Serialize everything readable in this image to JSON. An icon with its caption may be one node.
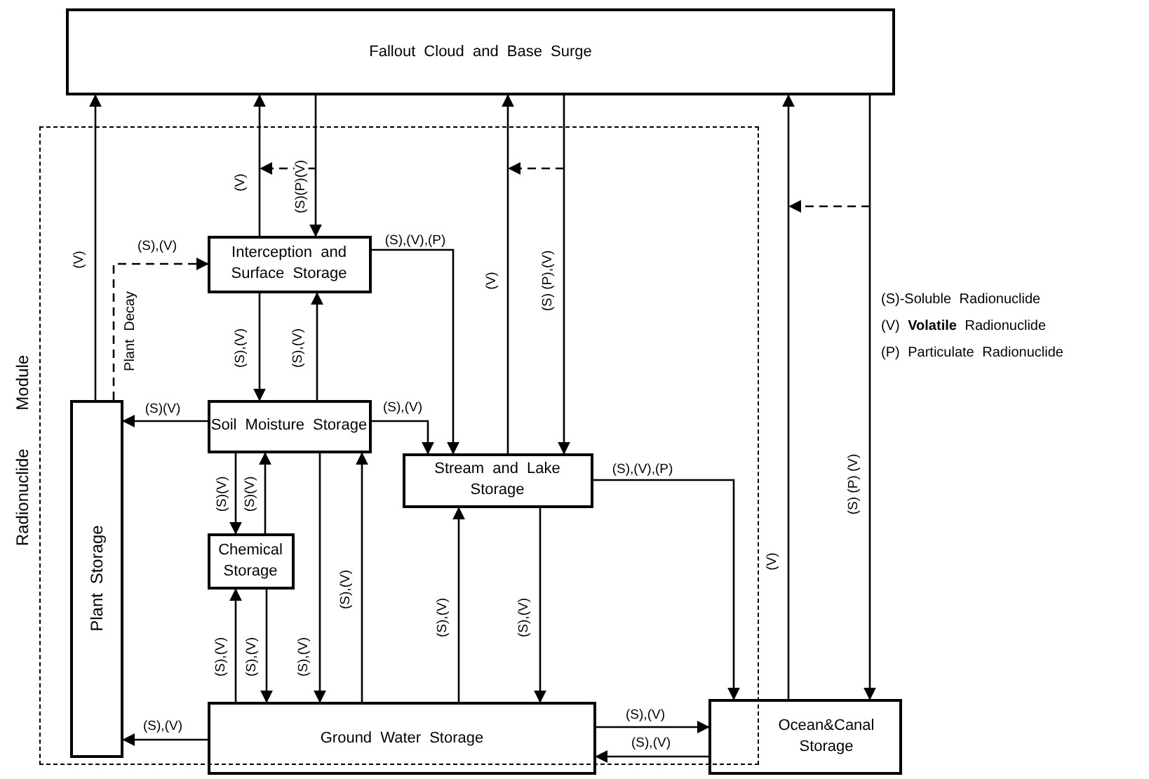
{
  "diagram": {
    "nodes": [
      {
        "text": [
          "Fallout Cloud and Base Surge"
        ]
      },
      {
        "text": [
          "Radionuclide Module"
        ]
      },
      {
        "text": [
          "Interception and Surface Storage"
        ],
        "in": 1
      },
      {
        "text": [
          "Plant Storage"
        ],
        "in": 1
      },
      {
        "text": [
          "Soil Moisture Storage"
        ],
        "in": 1
      },
      {
        "text": [
          "Stream and Lake Storage"
        ],
        "in": 1
      },
      {
        "text": [
          "Chemical Storage"
        ],
        "in": 1
      },
      {
        "text": [
          "Ground Water Storage"
        ]
      },
      {
        "text": [
          "Ocean&Canal Storage"
        ]
      }
    ],
    "edges": [
      {
        "from": 3,
        "to": 0,
        "arrow": "to",
        "label": "(V)"
      },
      {
        "from": 3,
        "to": 2,
        "arrow": "to",
        "label": "(S),(V)",
        "style": "dashed"
      },
      {
        "from": 2,
        "to": 0,
        "arrow": "to",
        "label": "(V)"
      },
      {
        "from": 0,
        "to": 2,
        "arrow": "to",
        "label": "(S)(P)(V)"
      },
      {
        "from": 2,
        "to": 5,
        "arrow": "to",
        "label": "(S),(V),(P)"
      },
      {
        "from": 2,
        "to": 4,
        "arrow": "to",
        "label": "(S),(V)"
      },
      {
        "from": 4,
        "to": 2,
        "arrow": "to",
        "label": "(S),(V)"
      },
      {
        "from": 4,
        "to": 3,
        "arrow": "to",
        "label": "(S)(V)"
      },
      {
        "from": 4,
        "to": 5,
        "arrow": "to",
        "label": "(S),(V)"
      },
      {
        "from": 5,
        "to": 0,
        "arrow": "to",
        "label": "(V)"
      },
      {
        "from": 0,
        "to": 5,
        "arrow": "to",
        "label": "(S) (P),(V)"
      },
      {
        "from": 4,
        "to": 6,
        "arrow": "to",
        "label": "(S)(V)"
      },
      {
        "from": 6,
        "to": 4,
        "arrow": "to",
        "label": "(S)(V)"
      },
      {
        "from": 7,
        "to": 6,
        "arrow": "to",
        "label": "(S),(V)"
      },
      {
        "from": 6,
        "to": 7,
        "arrow": "to",
        "label": "(S),(V)"
      },
      {
        "from": 4,
        "to": 7,
        "arrow": "to",
        "label": "(S),(V)"
      },
      {
        "from": 7,
        "to": 4,
        "arrow": "to",
        "label": "(S),(V)"
      },
      {
        "from": 7,
        "to": 5,
        "arrow": "to",
        "label": "(S),(V)"
      },
      {
        "from": 5,
        "to": 7,
        "arrow": "to",
        "label": "(S),(V)"
      },
      {
        "from": 5,
        "to": 8,
        "arrow": "to",
        "label": "(S),(V),(P)"
      },
      {
        "from": 7,
        "to": 8,
        "arrow": "to",
        "label": "(S),(V)"
      },
      {
        "from": 8,
        "to": 7,
        "arrow": "to",
        "label": "(S),(V)"
      },
      {
        "from": 7,
        "to": 3,
        "arrow": "to",
        "label": "(S),(V)"
      },
      {
        "from": 8,
        "to": 0,
        "arrow": "to",
        "label": "(V)"
      },
      {
        "from": 0,
        "to": 8,
        "arrow": "to",
        "label": "(S) (P) (V)"
      }
    ],
    "labels": [
      "Plant Decay",
      "(S)-Soluble Radionuclide",
      "(V) **Volatile** Radionuclide",
      "(P) Particulate Radionuclide"
    ]
  }
}
